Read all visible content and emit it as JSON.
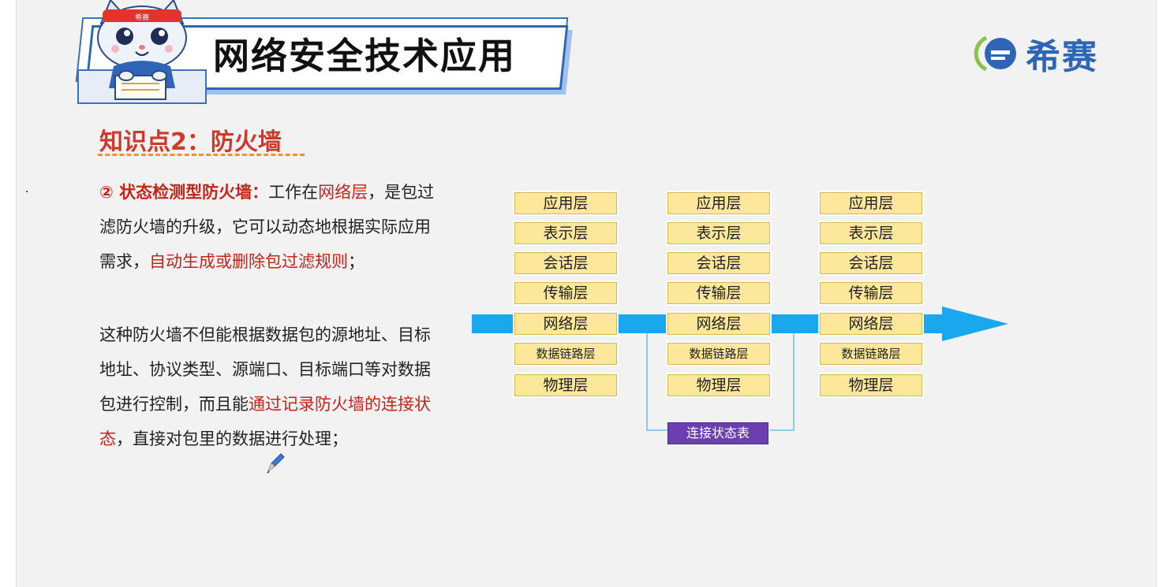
{
  "header": {
    "title": "网络安全技术应用",
    "mascot_badge": "希赛",
    "logo_text": "希赛"
  },
  "section": {
    "title": "知识点2：防火墙"
  },
  "content": {
    "p1": {
      "lead": "② 状态检测型防火墙：",
      "t1": "工作在",
      "hl1": "网络层",
      "t2": "，是包过滤防火墙的升级，它可以动态地根据实际应用需求，",
      "hl2": "自动生成或删除包过滤规则",
      "t3": "；"
    },
    "p2": {
      "t1": "这种防火墙不但能根据数据包的源地址、目标地址、协议类型、源端口、目标端口等对数据包进行控制，而且能",
      "hl1": "通过记录防火墙的连接状态",
      "t2": "，直接对包里的数据进行处理；"
    }
  },
  "diagram": {
    "stacks": [
      [
        "应用层",
        "表示层",
        "会话层",
        "传输层",
        "网络层",
        "数据链路层",
        "物理层"
      ],
      [
        "应用层",
        "表示层",
        "会话层",
        "传输层",
        "网络层",
        "数据链路层",
        "物理层"
      ],
      [
        "应用层",
        "表示层",
        "会话层",
        "传输层",
        "网络层",
        "数据链路层",
        "物理层"
      ]
    ],
    "state_table_label": "连接状态表"
  },
  "colors": {
    "accent_blue": "#2f65b8",
    "highlight_red": "#c8231b",
    "layer_fill": "#fde79b",
    "arrow": "#19a7ee",
    "state_table": "#6b3fb0"
  },
  "icons": [
    "cat-mascot-icon",
    "xisai-logo-icon",
    "pencil-icon"
  ]
}
